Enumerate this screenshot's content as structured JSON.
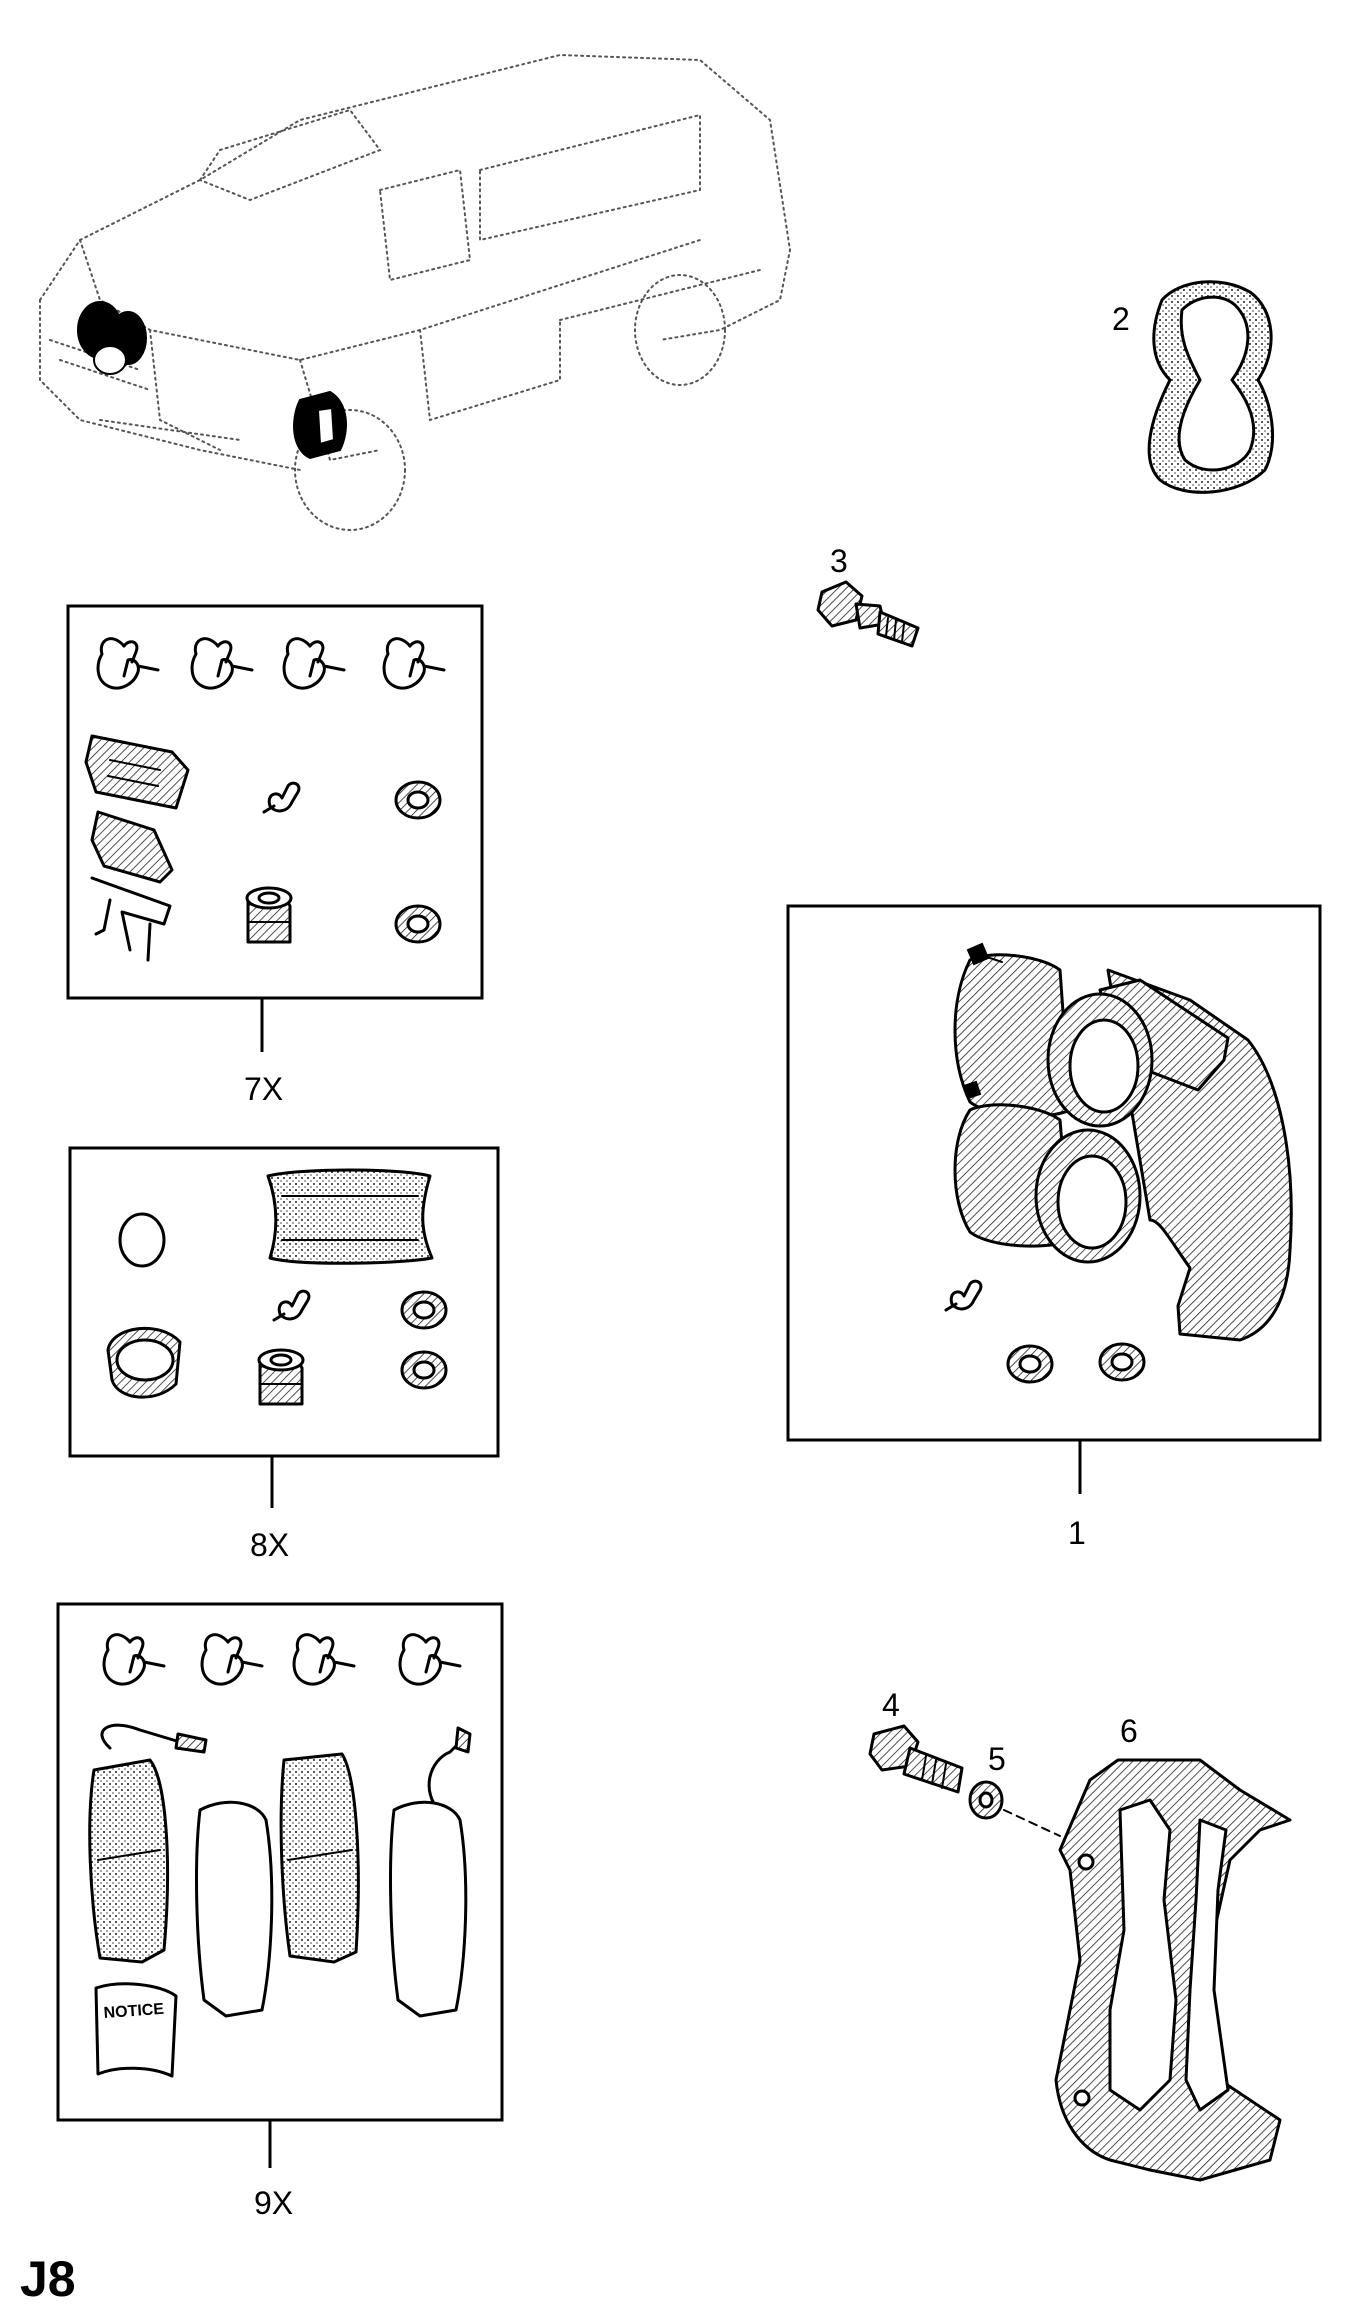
{
  "page_label": "J8",
  "callouts": {
    "caliper": "1",
    "ring": "2",
    "bleed_screw": "3",
    "bolt": "4",
    "washer": "5",
    "carrier": "6",
    "kit_hardware": "7X",
    "kit_seal": "8X",
    "kit_pads": "9X"
  },
  "notice_text": "NOTICE",
  "icons": {
    "vehicle": "van-outline-icon",
    "clip": "spring-clip-icon",
    "pad": "brake-pad-icon",
    "caliper": "brake-caliper-icon",
    "carrier": "caliper-carrier-icon"
  }
}
